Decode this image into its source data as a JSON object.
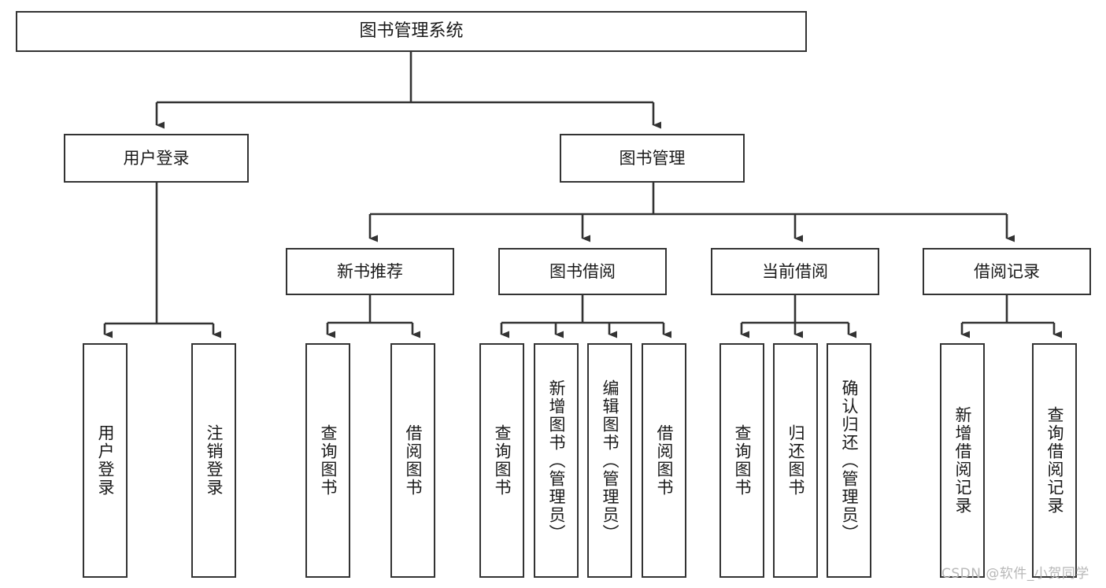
{
  "diagram": {
    "type": "tree",
    "title": "图书管理系统",
    "watermark": "CSDN @软件_小贺同学",
    "colors": {
      "box_stroke": "#333333",
      "box_fill": "#ffffff",
      "connector": "#333333",
      "text": "#1a1a1a",
      "watermark": "#b8b8b8",
      "background": "#ffffff"
    },
    "levels": {
      "root": {
        "label": "图书管理系统"
      },
      "level2": [
        {
          "label": "用户登录"
        },
        {
          "label": "图书管理"
        }
      ],
      "level3": [
        {
          "label": "新书推荐"
        },
        {
          "label": "图书借阅"
        },
        {
          "label": "当前借阅"
        },
        {
          "label": "借阅记录"
        }
      ],
      "leaves": [
        {
          "label": "用户登录",
          "parent": "用户登录"
        },
        {
          "label": "注销登录",
          "parent": "用户登录"
        },
        {
          "label": "查询图书",
          "parent": "新书推荐"
        },
        {
          "label": "借阅图书",
          "parent": "新书推荐"
        },
        {
          "label": "查询图书",
          "parent": "图书借阅"
        },
        {
          "label": "新增图书（管理员）",
          "parent": "图书借阅"
        },
        {
          "label": "编辑图书（管理员）",
          "parent": "图书借阅"
        },
        {
          "label": "借阅图书",
          "parent": "图书借阅"
        },
        {
          "label": "查询图书",
          "parent": "当前借阅"
        },
        {
          "label": "归还图书",
          "parent": "当前借阅"
        },
        {
          "label": "确认归还（管理员）",
          "parent": "当前借阅"
        },
        {
          "label": "新增借阅记录",
          "parent": "借阅记录"
        },
        {
          "label": "查询借阅记录",
          "parent": "借阅记录"
        }
      ]
    }
  }
}
